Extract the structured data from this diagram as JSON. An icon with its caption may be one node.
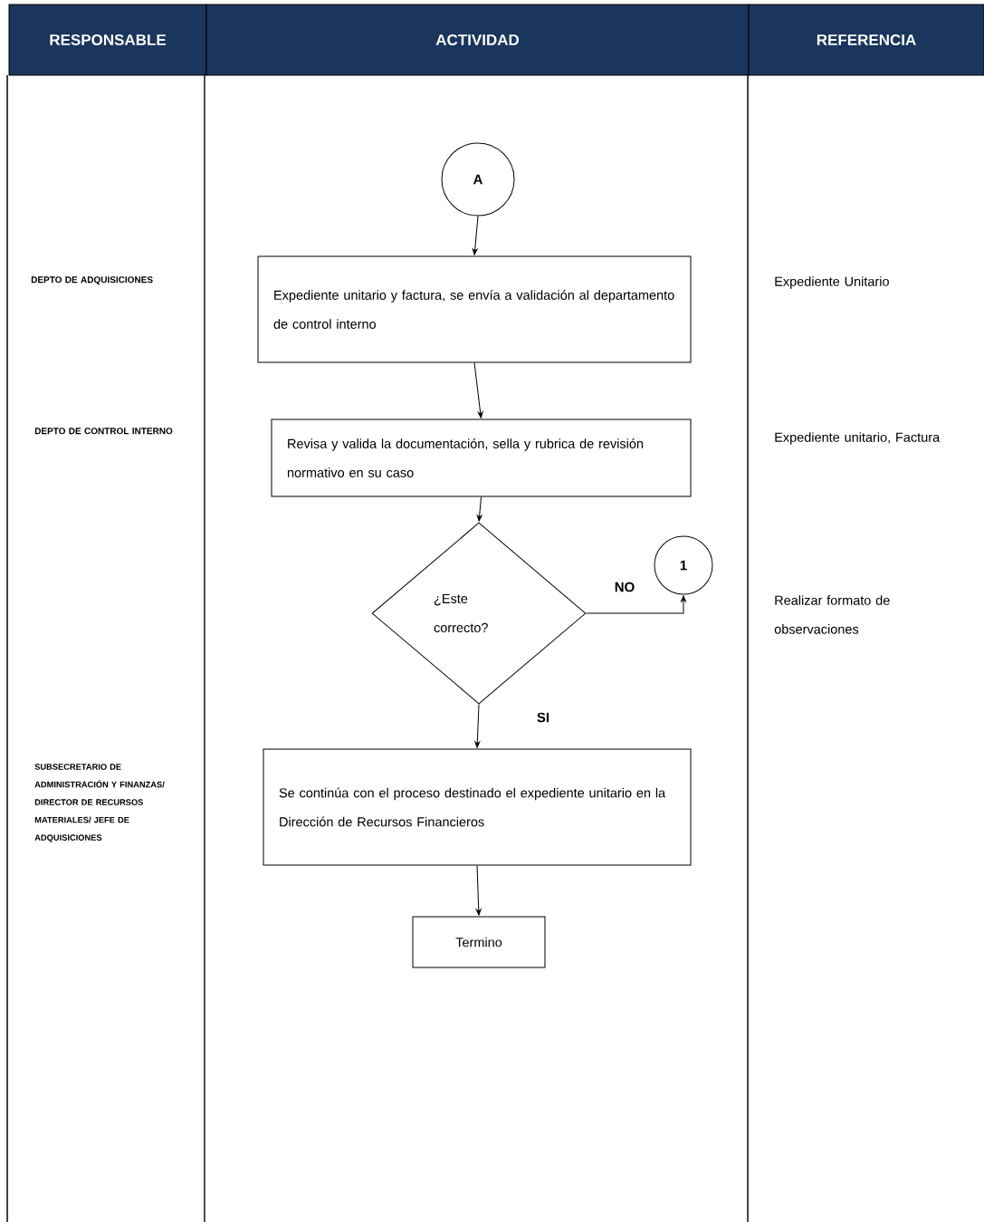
{
  "diagram": {
    "nodes": [
      {
        "text": [
          "RESPONSABLE"
        ]
      },
      {
        "text": [
          "ACTIVIDAD"
        ]
      },
      {
        "text": [
          "REFERENCIA"
        ]
      },
      {
        "text": [
          "A"
        ]
      },
      {
        "text": [
          "Expediente unitario y factura, se envía a validación al departamento de control interno"
        ]
      },
      {
        "text": [
          "Revisa y valida la documentación, sella y rubrica de revisión normativo en su caso"
        ]
      },
      {
        "text": [
          "¿Este correcto?"
        ]
      },
      {
        "text": [
          "1"
        ]
      },
      {
        "text": [
          "Se continúa con el proceso destinado el expediente unitario en la Dirección de Recursos Financieros"
        ]
      },
      {
        "text": [
          "Termino"
        ]
      }
    ],
    "edges": [
      {
        "from": 3,
        "to": 4,
        "arrow": "to"
      },
      {
        "from": 4,
        "to": 5,
        "arrow": "to"
      },
      {
        "from": 5,
        "to": 6,
        "arrow": "to"
      },
      {
        "from": 6,
        "to": 7,
        "arrow": "to",
        "label": "NO"
      },
      {
        "from": 6,
        "to": 8,
        "arrow": "to",
        "label": "SI"
      },
      {
        "from": 8,
        "to": 9,
        "arrow": "to"
      }
    ],
    "labels": [
      "DEPTO DE ADQUISICIONES",
      "Expediente Unitario",
      "DEPTO DE CONTROL INTERNO",
      "Expediente unitario, Factura",
      "Realizar formato de observaciones",
      "SUBSECRETARIO DE ADMINISTRACIÓN Y FINANZAS/ DIRECTOR DE RECURSOS MATERIALES/ JEFE DE ADQUISICIONES"
    ]
  }
}
